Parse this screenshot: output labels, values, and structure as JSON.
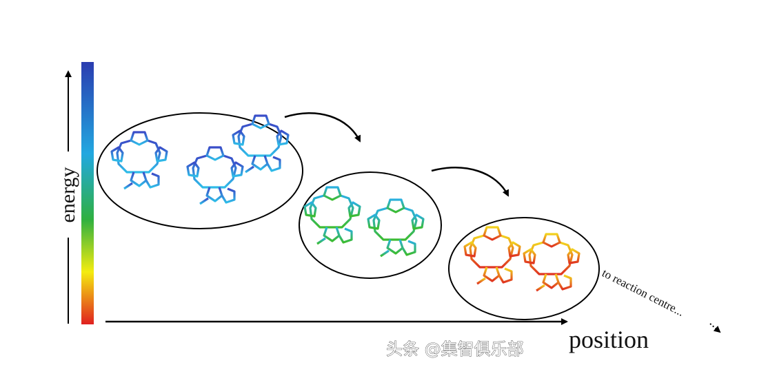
{
  "axes": {
    "y_label": "energy",
    "x_label": "position"
  },
  "annotation": "to reaction centre...",
  "watermark": "头条 @集智俱乐部",
  "colorbar": {
    "top": "#2a3cb0",
    "upper": "#22a8e0",
    "middle": "#2fb040",
    "lower": "#f4ec10",
    "bottom": "#e02020"
  },
  "groups": [
    {
      "molecules": 3,
      "colors": [
        "#3a4cc8",
        "#2fbce8"
      ]
    },
    {
      "molecules": 2,
      "colors": [
        "#2ab0e0",
        "#3cbc30"
      ]
    },
    {
      "molecules": 2,
      "colors": [
        "#f2d21e",
        "#e03420"
      ]
    }
  ]
}
